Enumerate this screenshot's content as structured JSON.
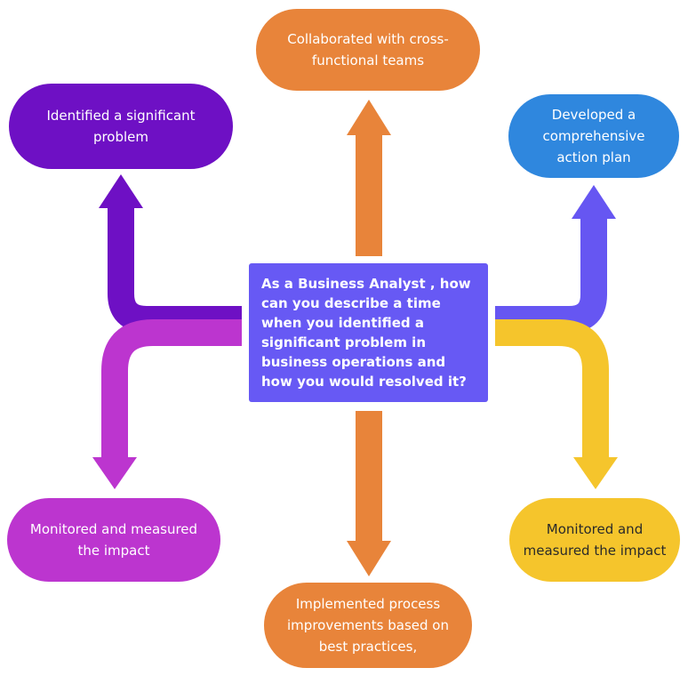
{
  "center": {
    "question": "As a Business Analyst , how can you describe a time when you identified a significant problem in business operations and how you would resolved it?"
  },
  "nodes": {
    "collaborated": "Collaborated with cross-functional teams",
    "identified": "Identified a significant problem",
    "developed": "Developed a comprehensive action plan",
    "monitored_left": "Monitored and measured the impact",
    "monitored_right": "Monitored and measured the impact",
    "implemented": "Implemented process improvements based on best practices,"
  },
  "colors": {
    "orange": "#e8843a",
    "dark_purple": "#6e10c4",
    "blue": "#2f87de",
    "magenta": "#bc35cf",
    "yellow": "#f5c52c",
    "indigo": "#6759f4",
    "violet_arrow": "#6656f2"
  }
}
